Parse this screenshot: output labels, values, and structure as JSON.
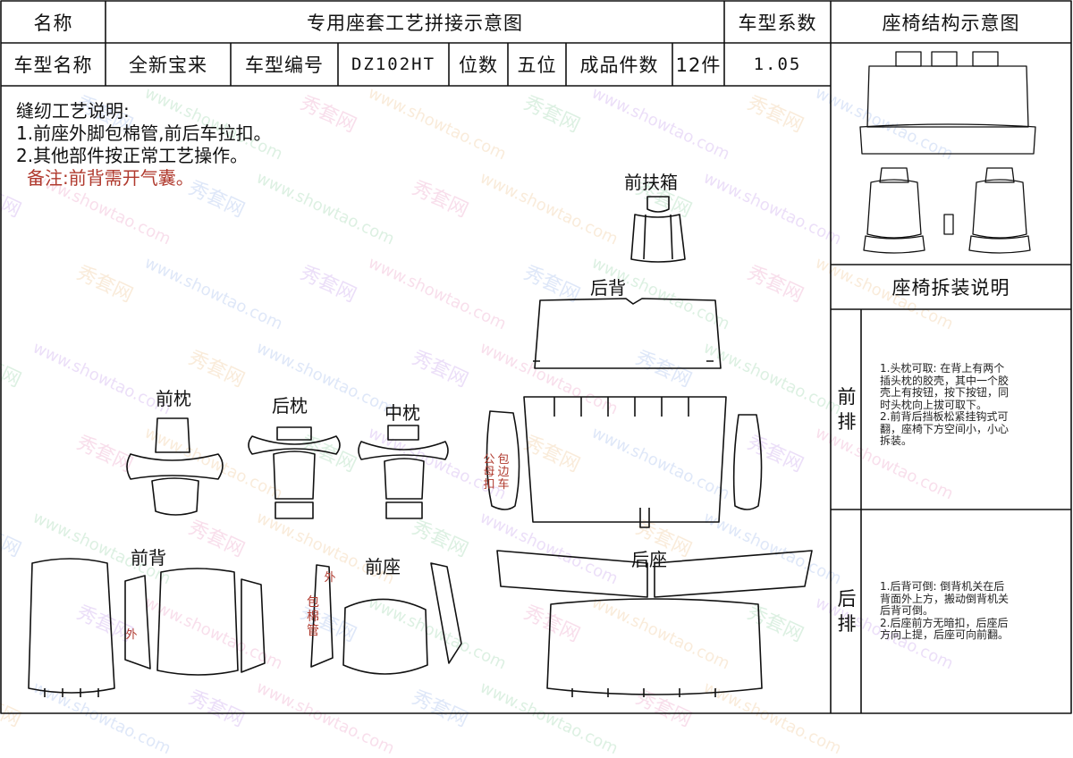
{
  "header": {
    "name_label": "名称",
    "title": "专用座套工艺拼接示意图",
    "coef_label": "车型系数",
    "structure_title": "座椅结构示意图"
  },
  "info": {
    "model_name_label": "车型名称",
    "model_name": "全新宝来",
    "model_code_label": "车型编号",
    "model_code": "DZ102HT",
    "seats_label": "位数",
    "seats": "五位",
    "pieces_label": "成品件数",
    "pieces": "12件",
    "coef": "1.05"
  },
  "notes": {
    "title": "缝纫工艺说明:",
    "line1": "1.前座外脚包棉管,前后车拉扣。",
    "line2": "2.其他部件按正常工艺操作。",
    "remark": "备注:前背需开气囊。"
  },
  "parts": {
    "front_armrest": "前扶箱",
    "rear_back": "后背",
    "front_headrest": "前枕",
    "rear_headrest": "后枕",
    "middle_headrest": "中枕",
    "front_back": "前背",
    "front_seat": "前座",
    "rear_seat": "后座",
    "outer_a": "外",
    "outer_b": "外",
    "wrap_pipe": "包棉管",
    "edge_col1": "公母扣",
    "edge_col2": "包边车"
  },
  "side": {
    "install_title": "座椅拆装说明",
    "front_row": "前排",
    "front_text": [
      "1.头枕可取: 在背上有两个",
      "插头枕的胶壳，其中一个胶",
      "壳上有按钮，按下按钮，同",
      "时头枕向上拔可取下。",
      "2.前背后挡板松紧挂钩式可",
      "翻，座椅下方空间小，小心",
      "拆装。"
    ],
    "rear_row": "后排",
    "rear_text": [
      "1.后背可倒: 倒背机关在后",
      "背面外上方，搬动倒背机关",
      "后背可倒。",
      "2.后座前方无暗扣，后座后",
      "方向上提，后座可向前翻。"
    ]
  },
  "watermark": {
    "text1": "秀套网",
    "text2": "www.showtao.com"
  }
}
